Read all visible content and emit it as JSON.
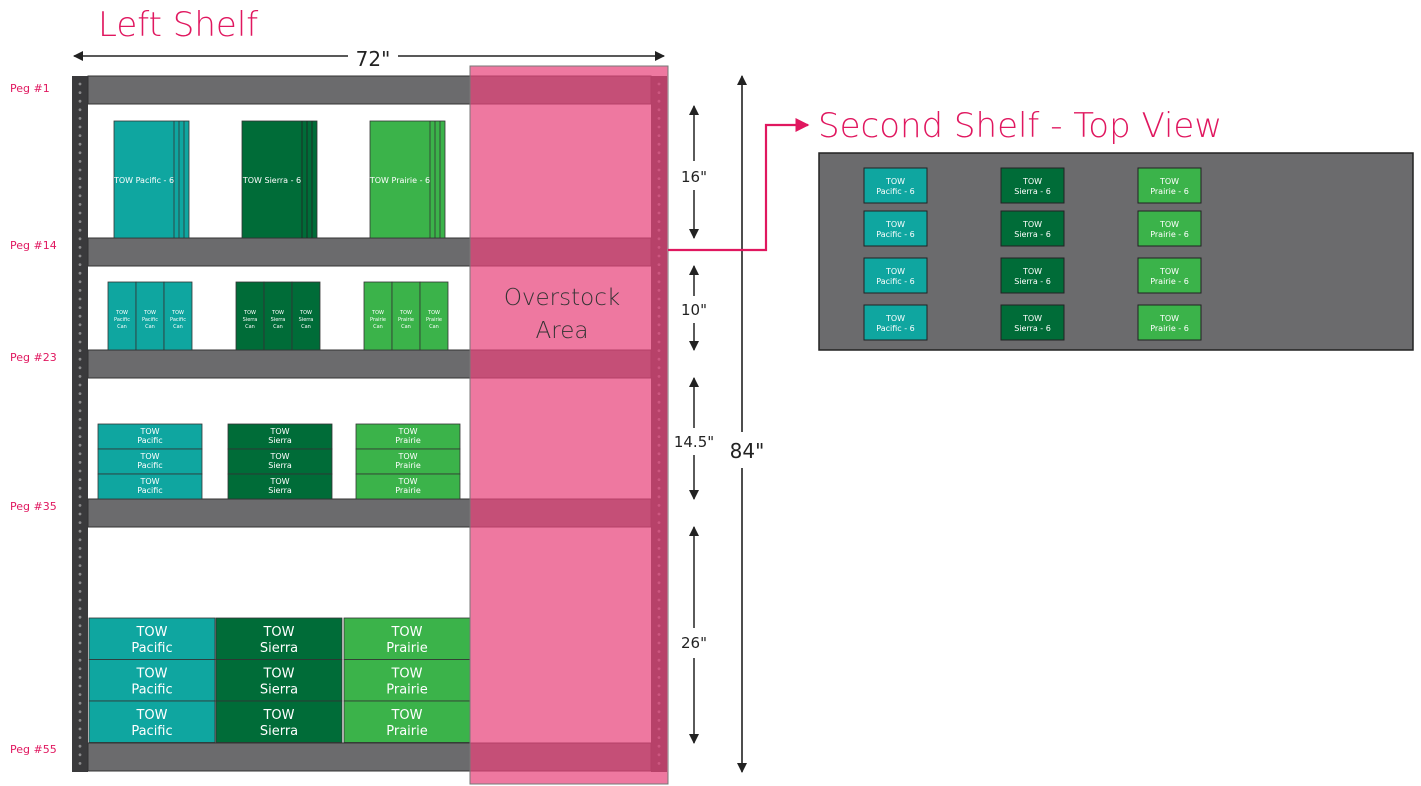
{
  "titles": {
    "left_shelf": "Left Shelf",
    "second_shelf": "Second Shelf - Top View",
    "overstock_line1": "Overstock",
    "overstock_line2": "Area"
  },
  "dimensions": {
    "width": "72\"",
    "total_height": "84\"",
    "section1": "16\"",
    "section2": "10\"",
    "section3": "14.5\"",
    "section4": "26\""
  },
  "pegs": [
    "Peg #1",
    "Peg #14",
    "Peg #23",
    "Peg #35",
    "Peg #55"
  ],
  "products": {
    "six_pack": [
      "TOW Pacific - 6",
      "TOW Sierra - 6",
      "TOW Prairie - 6"
    ],
    "cans": [
      "TOW Pacific Can",
      "TOW Sierra Can",
      "TOW Prairie Can"
    ],
    "cases": [
      "TOW Pacific",
      "TOW Sierra",
      "TOW Prairie"
    ]
  },
  "colors": {
    "pacific": "#0fa6a0",
    "sierra": "#006c38",
    "prairie": "#3bb34a",
    "shelf": "#6b6b6d",
    "upright": "#3a3a3c",
    "overstock": "#e8447b",
    "accent": "#e0175f"
  }
}
